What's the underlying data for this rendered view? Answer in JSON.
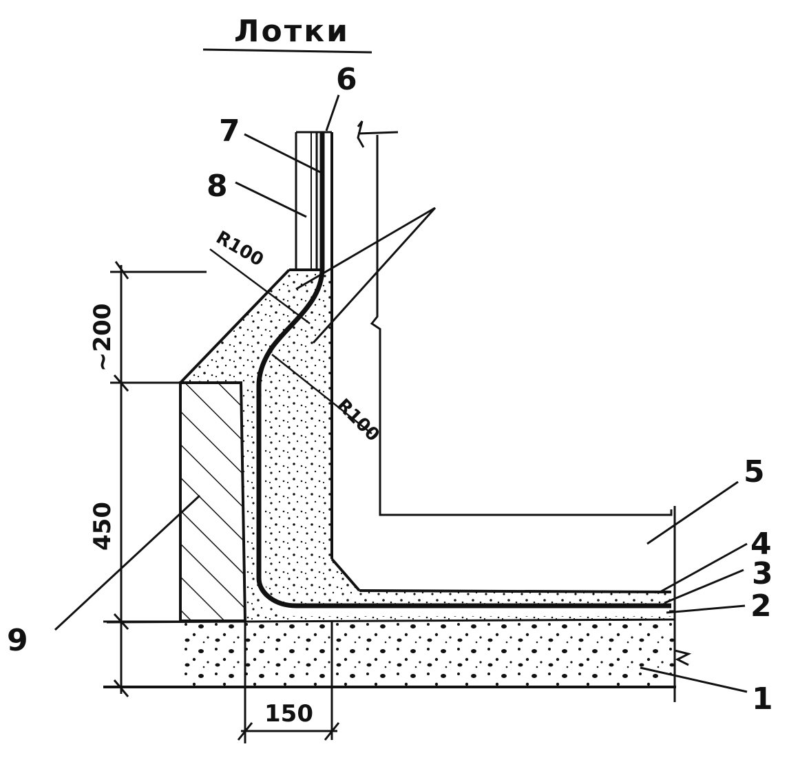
{
  "title": "Лотки",
  "callouts": [
    "1",
    "2",
    "3",
    "4",
    "5",
    "6",
    "7",
    "8",
    "9"
  ],
  "dimensions": {
    "top_height": "~200",
    "wall_height": "450",
    "wall_width": "150"
  },
  "radii": [
    "R100",
    "R100"
  ]
}
